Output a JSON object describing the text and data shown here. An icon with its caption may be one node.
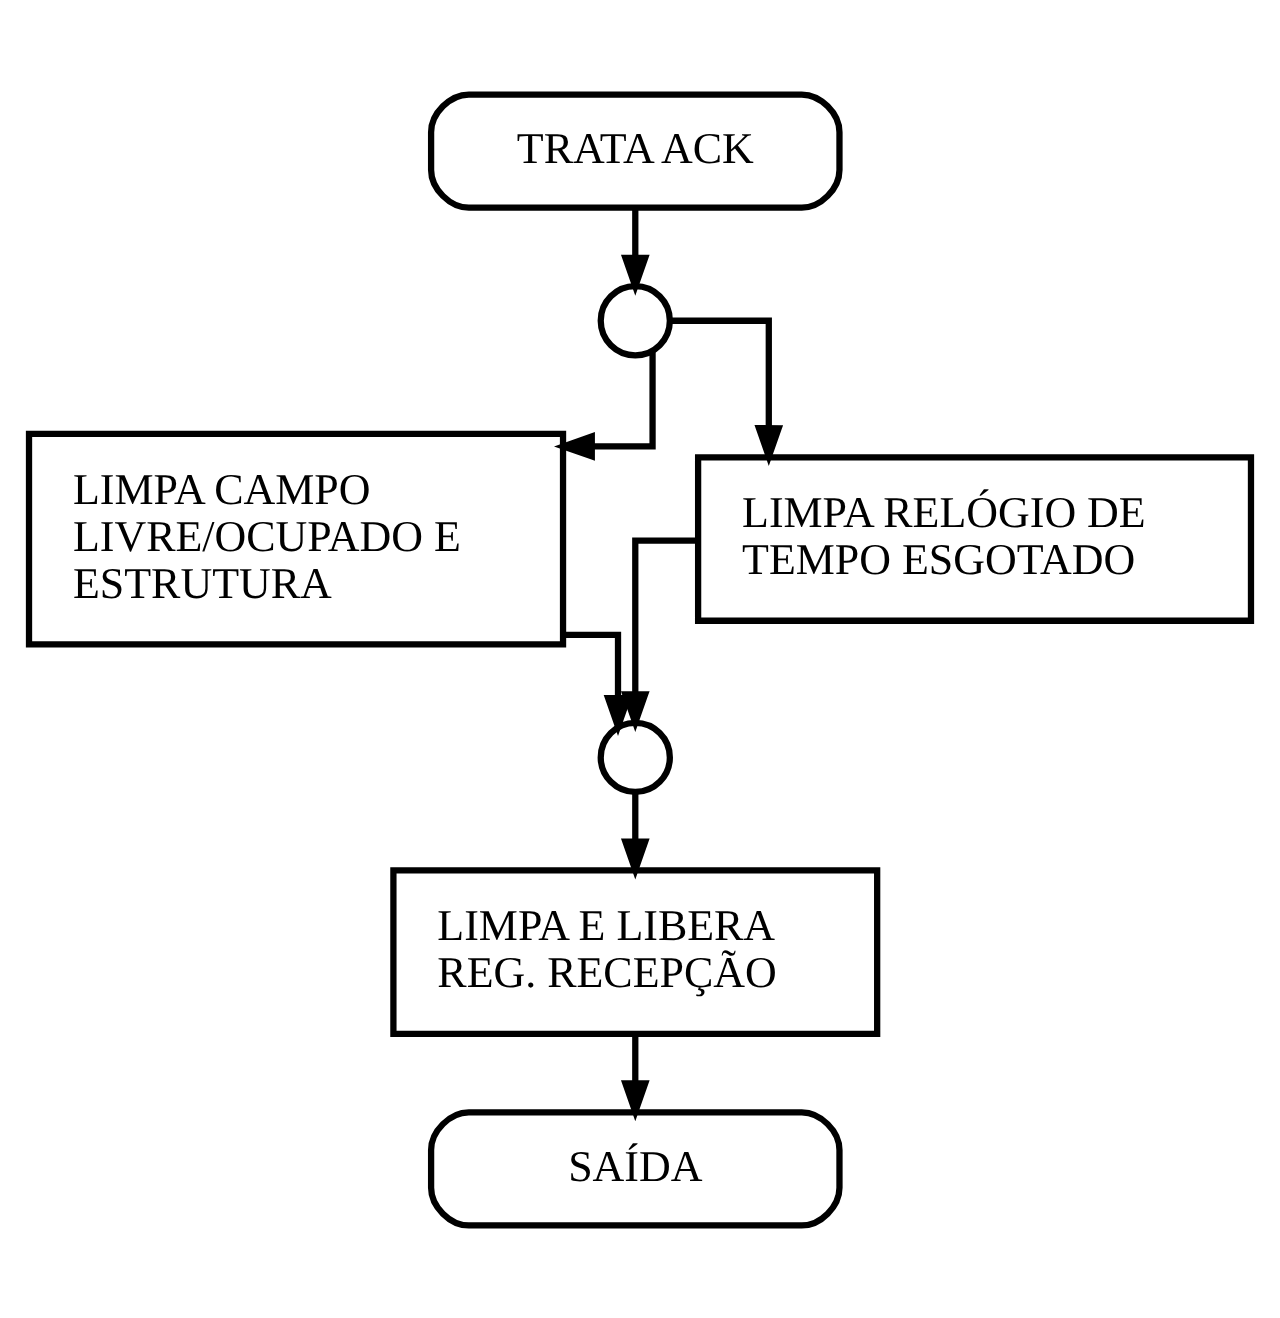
{
  "diagram": {
    "nodes": [
      {
        "text": [
          "TRATA ACK"
        ]
      },
      {
        "text": [],
        "shape": "circle"
      },
      {
        "text": [
          "LIMPA CAMPO LIVRE/OCUPADO E ESTRUTURA"
        ]
      },
      {
        "text": [
          "LIMPA RELÓGIO DE TEMPO ESGOTADO"
        ]
      },
      {
        "text": [],
        "shape": "circle"
      },
      {
        "text": [
          "LIMPA E LIBERA REG. RECEPÇÃO"
        ]
      },
      {
        "text": [
          "SAÍDA"
        ]
      }
    ],
    "edges": [
      {
        "from": 0,
        "to": 1,
        "arrow": "to"
      },
      {
        "from": 1,
        "to": 2,
        "arrow": "to"
      },
      {
        "from": 1,
        "to": 3,
        "arrow": "to"
      },
      {
        "from": 2,
        "to": 4,
        "arrow": "to"
      },
      {
        "from": 3,
        "to": 4,
        "arrow": "to"
      },
      {
        "from": 4,
        "to": 5,
        "arrow": "to"
      },
      {
        "from": 5,
        "to": 6,
        "arrow": "to"
      }
    ]
  }
}
